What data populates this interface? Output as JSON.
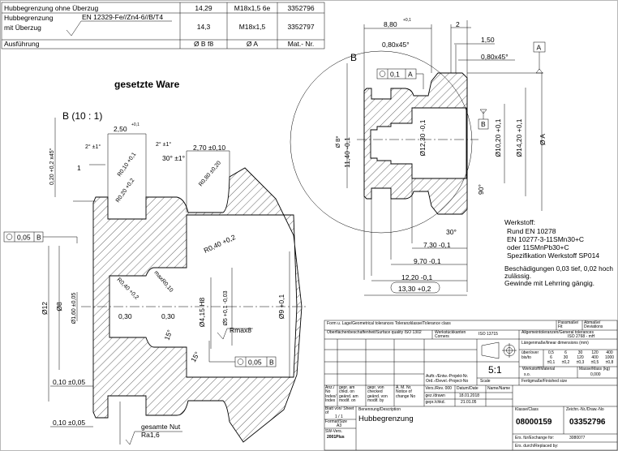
{
  "variant_table": {
    "rows": [
      {
        "label": "Hubbegrenzung ohne Überzug",
        "b": "14,29",
        "a": "M18x1,5 6e",
        "mat": "3352796"
      },
      {
        "label1": "Hubbegrenzung",
        "label2": "mit Überzug",
        "coating": "EN 12329-Fe//Zn4-6//B/T4",
        "b": "14,3",
        "a": "M18x1,5",
        "mat": "3352797"
      }
    ],
    "header": {
      "label": "Ausführung",
      "b": "Ø  B f8",
      "a": "Ø A",
      "mat": "Mat.- Nr."
    }
  },
  "detail": {
    "title": "gesetzte Ware",
    "view_label": "B (10 : 1)",
    "dims": {
      "d250": "2,50",
      "d250_tol": "+0,1",
      "ang2a": "2° ±1°",
      "ang2b": "2° ±1°",
      "ang30": "30° ±1°",
      "d270": "2,70 ±0,10",
      "r010": "R0,10 +0,1",
      "r020": "R0,20 +0,2",
      "r080": "R0,80 ±0,20",
      "chamfer": "0,20 +0,2 x45°",
      "one": "1",
      "r040a": "R0,40 +0,2",
      "r040b": "R0,40 +0,2",
      "maxr": "maxR0,10",
      "d12": "Ø12",
      "d8": "Ø8",
      "d160": "Ø1,60 ±0,05",
      "d030a": "0,30",
      "d030b": "0,30",
      "ang15a": "15°",
      "ang15b": "15°",
      "d415": "Ø4,15 H8",
      "d5": "Ø5 +0,1 -0,03",
      "d9": "Ø9 +0,1",
      "rmax": "Rmax8",
      "d010a": "0,10 ±0,05",
      "d010b": "0,10 ±0,05",
      "groove_note1": "gesamte Nut",
      "groove_note2": "Ra1,6"
    },
    "tol_frame": {
      "value": "0,05",
      "datum": "B"
    },
    "tol_frame2": {
      "value": "0,05",
      "datum": "B"
    }
  },
  "main_view": {
    "detail_marker": "B",
    "datum_a": "A",
    "datum_b": "B",
    "tol_frame": {
      "value": "0,1",
      "datum": "A"
    },
    "dims": {
      "d880": "8,80",
      "d880_tol": "+0,1",
      "two": "2",
      "d150": "1,50",
      "ch1": "0,80x45°",
      "ch2": "0,80x45°",
      "dB": "Ø B*",
      "d1140": "11,40 -0,1",
      "d1230": "Ø12,30 -0,1",
      "d1020": "Ø10,20 +0,1",
      "d1420": "Ø14,20 +0,1",
      "dA": "Ø A",
      "ang90": "90°",
      "ang30": "30°",
      "d730": "7,30 -0,1",
      "d970": "9,70 -0,1",
      "d1220": "12,20 -0,1",
      "d1330": "13,30 +0,2"
    }
  },
  "notes": {
    "material_title": "Werkstoff:",
    "lines": [
      "Rund EN 10278",
      "EN 10277-3-11SMn30+C",
      "oder 11SMnPb30+C",
      "Spezifikation Werkstoff SP014"
    ],
    "damage": "Beschädigungen 0,03 tief, 0,02 hoch",
    "damage2": "zulässig.",
    "thread": "Gewinde mit Lehrring gängig."
  },
  "title_block": {
    "form_tol": "Form u. Lage/Geometrical tolerances  Toleranzklasse/Tolerance class",
    "passmasse": "Passmaße/ Fit",
    "abmasse": "Abmaße/ Deviations",
    "surface": "Oberflächenbeschaffenheit/Surface quality ISO 1302",
    "edges": "Werkstückkanten Corners",
    "iso13715": "ISO 13715",
    "general_tol": "Allgemeintoleranzen/General tolerances",
    "general_tol2": "ISO 2768 - mH",
    "linear": "Längenmaße/linear dimensions (mm)",
    "over": "über/over",
    "upto": "bis/to",
    "tol_cols": [
      [
        "0,5",
        "6",
        "±0,1"
      ],
      [
        "6",
        "30",
        "±0,2"
      ],
      [
        "30",
        "120",
        "±0,3"
      ],
      [
        "120",
        "400",
        "±0,5"
      ],
      [
        "400",
        "1000",
        "±0,8"
      ]
    ],
    "order": "Auftr.-/Entw.-Projekt-Nr.",
    "order2": "Ord.-/Devel.-Project-No",
    "scale_value": "5:1",
    "scale_label": "Scale",
    "material_label": "Werkstoff/Material",
    "material_value": "s.o.",
    "mass_label": "Masse/Mass (kg)",
    "mass_value": "0,000",
    "finished": "Fertigmaße/Finished size",
    "idx": "Anz./ No Index/ Index",
    "checked_on": "gepr. am chkd. on geänd. am modif. on",
    "checked_by": "gepr. von checked geänd. von modif. by",
    "notice": "Ä. M. Nr. Notice of change No",
    "rev": "Vers./Rev.  000",
    "date": "Datum/Date",
    "name": "Name/Name",
    "drawn": "gez./drawn",
    "drawn_date": "18.01.2018",
    "chkd": "gepr./chkd.",
    "chkd_date": "21.01.05",
    "sheet_label": "Blatt von/ Sheet of",
    "sheet": "1 / 1",
    "format_label": "Format/Size",
    "format": "A3",
    "sw_label": "SW-Vers.",
    "sw": "2001Plus",
    "desc_label": "Benennung/Description",
    "desc": "Hubbegrenzung",
    "class_label": "Klasse/Class",
    "class": "08000159",
    "drawing_label": "Zeichn.-Nr./Draw.-No",
    "drawing": "03352796",
    "exchange_label": "Ers. für/Exchange for:",
    "exchange": "3080077",
    "replaced_label": "Ers. durch/Replaced by:"
  }
}
